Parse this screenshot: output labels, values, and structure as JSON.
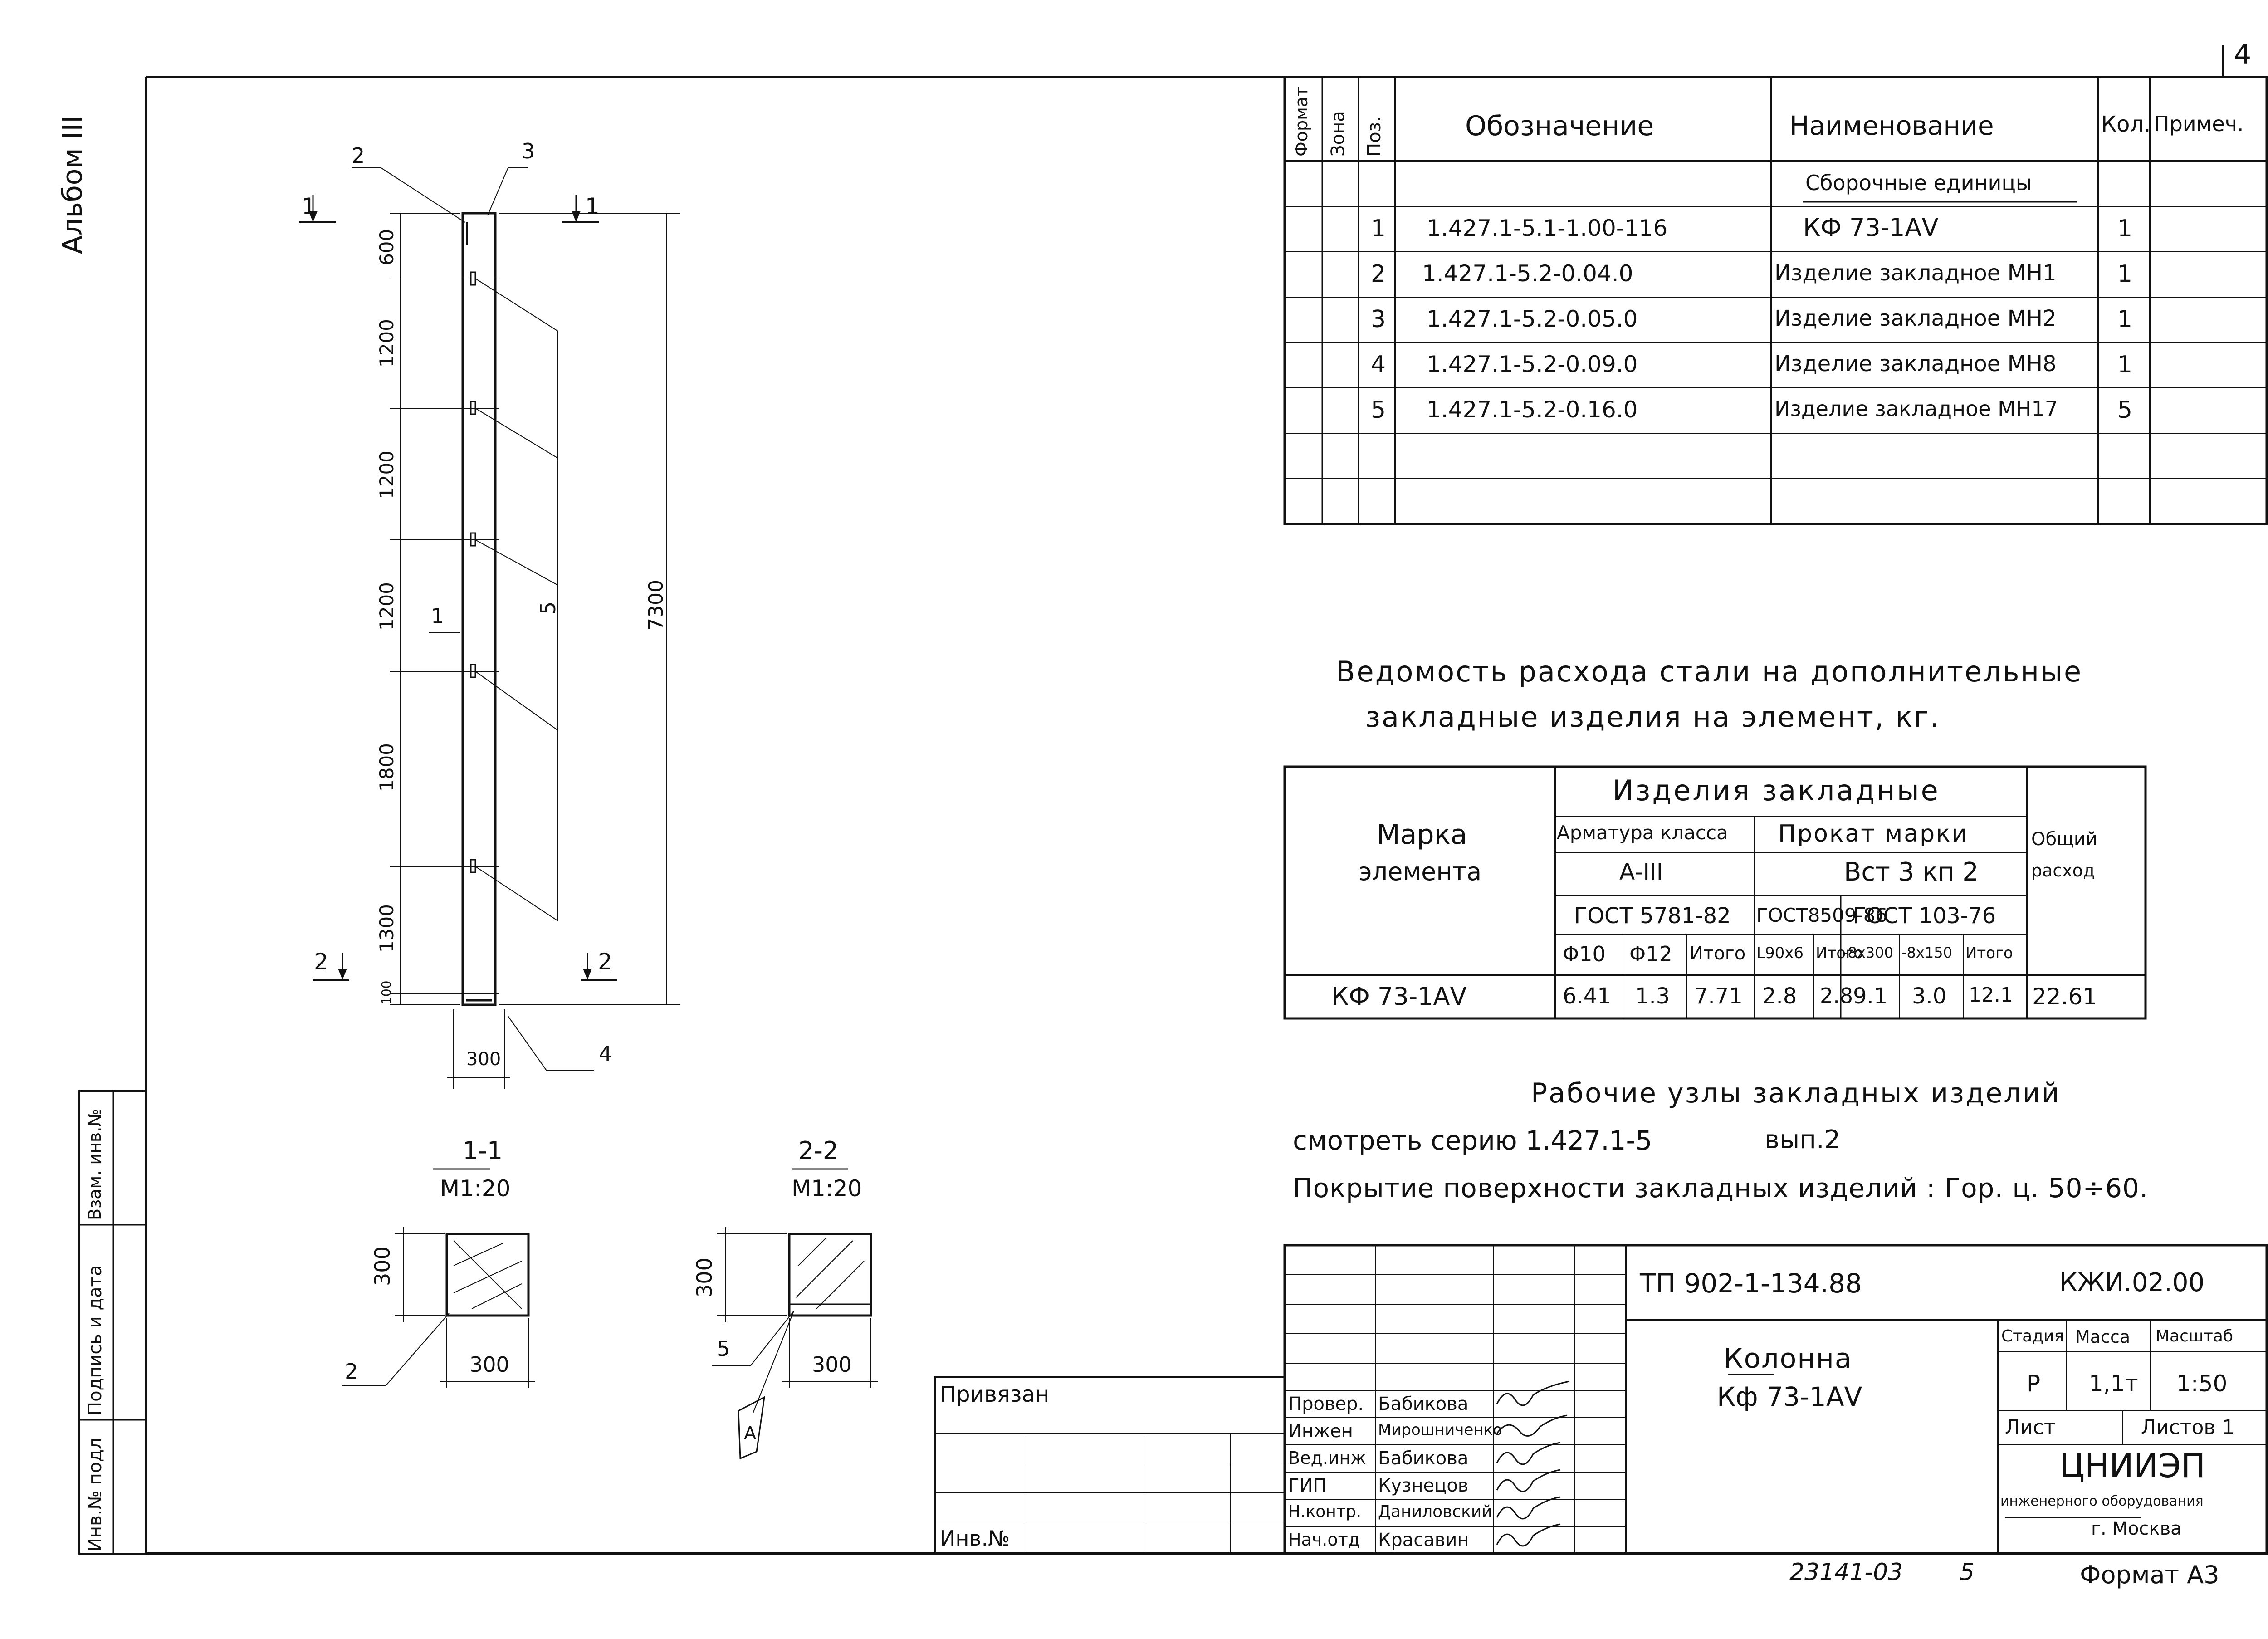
{
  "page_number": "4",
  "album_label": "Альбом III",
  "spec_table": {
    "headers": {
      "format": "Формат",
      "zone": "Зона",
      "pos": "Поз.",
      "designation": "Обозначение",
      "name": "Наименование",
      "qty": "Кол.",
      "note": "Примеч."
    },
    "section_title": "Сборочные единицы",
    "rows": [
      {
        "pos": "1",
        "designation": "1.427.1-5.1-1.00-116",
        "name": "КФ 73-1АV",
        "qty": "1"
      },
      {
        "pos": "2",
        "designation": "1.427.1-5.2-0.04.0",
        "name": "Изделие закладное МН1",
        "qty": "1"
      },
      {
        "pos": "3",
        "designation": "1.427.1-5.2-0.05.0",
        "name": "Изделие закладное МН2",
        "qty": "1"
      },
      {
        "pos": "4",
        "designation": "1.427.1-5.2-0.09.0",
        "name": "Изделие закладное МН8",
        "qty": "1"
      },
      {
        "pos": "5",
        "designation": "1.427.1-5.2-0.16.0",
        "name": "Изделие закладное МН17",
        "qty": "5"
      }
    ]
  },
  "steel_title": {
    "line1": "Ведомость расхода стали на дополнительные",
    "line2": "закладные изделия на элемент, кг."
  },
  "steel_table": {
    "mark_header_1": "Марка",
    "mark_header_2": "элемента",
    "group_header": "Изделия закладные",
    "rebar_class": "Арматура класса",
    "rebar_grade": "А-III",
    "rolled_mark": "Прокат марки",
    "rolled_grade": "Вст 3 кп 2",
    "total_header_1": "Общий",
    "total_header_2": "расход",
    "gost_1": "ГОСТ 5781-82",
    "gost_2": "ГОСТ8509-86",
    "gost_3": "ГОСТ 103-76",
    "cols": [
      "Φ10",
      "Φ12",
      "Итого",
      "L90x6",
      "Итого",
      "-8x300",
      "-8x150",
      "Итого"
    ],
    "row": {
      "mark": "КФ 73-1АV",
      "values": [
        "6.41",
        "1.3",
        "7.71",
        "2.8",
        "2.8",
        "9.1",
        "3.0",
        "12.1"
      ],
      "total": "22.61"
    }
  },
  "notes": {
    "nodes_title": "Рабочие узлы закладных изделий",
    "see_series": "смотреть серию 1.427.1-5",
    "issue": "вып.2",
    "coating": "Покрытие поверхности закладных изделий : Гор. ц. 50÷60."
  },
  "elevation": {
    "dims": [
      "600",
      "1200",
      "1200",
      "1200",
      "1800",
      "1300",
      "100"
    ],
    "overall": "7300",
    "width": "300",
    "callouts": {
      "c1": "1",
      "c2": "2",
      "c3": "3",
      "c4": "4",
      "c5": "5"
    },
    "section_mark_1": "1",
    "section_mark_2": "2"
  },
  "sections": [
    {
      "title": "1-1",
      "scale": "М1:20",
      "height_dim": "300",
      "width_dim": "300",
      "callout": "2"
    },
    {
      "title": "2-2",
      "scale": "М1:20",
      "height_dim": "300",
      "width_dim": "300",
      "callout": "5",
      "flag": "А"
    }
  ],
  "side_stamp": {
    "inv_podl": "Инв.№ подл",
    "sign_date": "Подпись и дата",
    "vzam": "Взам. инв.№"
  },
  "binding": {
    "attached": "Привязан",
    "inv": "Инв.№"
  },
  "title_block": {
    "project": "ТП 902-1-134.88",
    "code": "КЖИ.02.00",
    "item_1": "Колонна",
    "item_2": "Кф 73-1АV",
    "stage_h": "Стадия",
    "mass_h": "Масса",
    "scale_h": "Масштаб",
    "stage": "Р",
    "mass": "1,1т",
    "scale": "1:50",
    "sheet": "Лист",
    "sheets": "Листов 1",
    "org": "ЦНИИЭП",
    "org_sub": "инженерного оборудования",
    "city": "г. Москва",
    "roles": [
      {
        "role": "Провер.",
        "name": "Бабикова"
      },
      {
        "role": "Инжен",
        "name": "Мирошниченко"
      },
      {
        "role": "Вед.инж",
        "name": "Бабикова"
      },
      {
        "role": "ГИП",
        "name": "Кузнецов"
      },
      {
        "role": "Н.контр.",
        "name": "Даниловский"
      },
      {
        "role": "Нач.отд",
        "name": "Красавин"
      }
    ],
    "footer_number": "23141-03",
    "footer_page": "5",
    "format": "Формат А3"
  }
}
